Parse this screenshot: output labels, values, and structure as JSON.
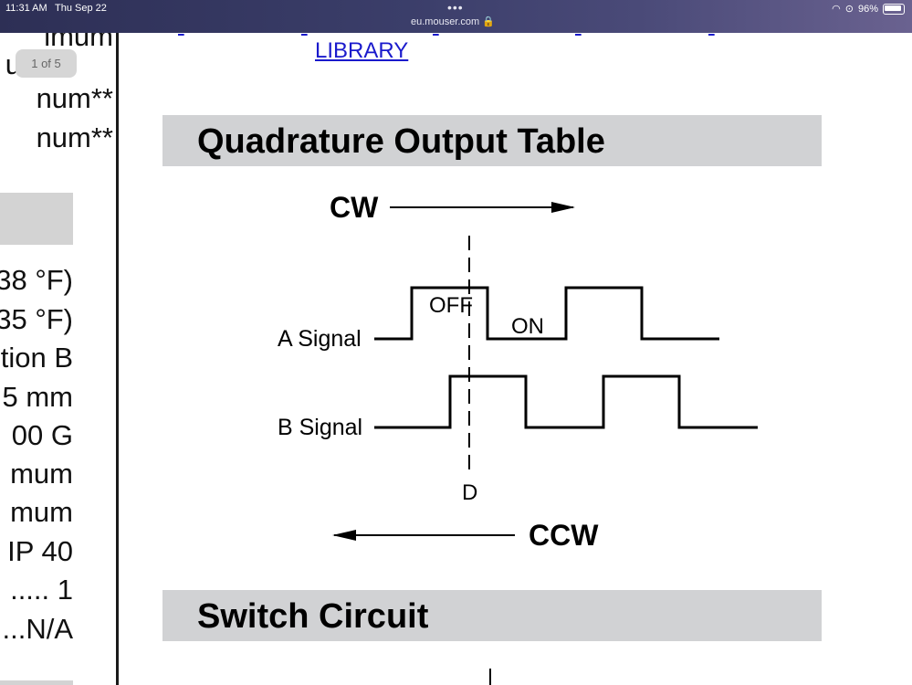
{
  "status_bar": {
    "time": "11:31 AM",
    "date": "Thu Sep 22",
    "url": "eu.mouser.com",
    "battery": "96%"
  },
  "left_pane": {
    "page_indicator": "1 of 5",
    "lines": [
      "num**",
      "num**",
      "38 °F)",
      "35 °F)",
      "tion B",
      "5 mm",
      "00 G",
      "mum",
      "mum",
      "IP 40",
      "..... 1",
      "...N/A"
    ]
  },
  "right_pane": {
    "top_link": "LIBRARY",
    "sections": [
      "Quadrature Output Table",
      "Switch Circuit"
    ],
    "diagram": {
      "cw_label": "CW",
      "ccw_label": "CCW",
      "a_signal_label": "A Signal",
      "b_signal_label": "B Signal",
      "off_label": "OFF",
      "on_label": "ON",
      "d_label": "D"
    }
  }
}
